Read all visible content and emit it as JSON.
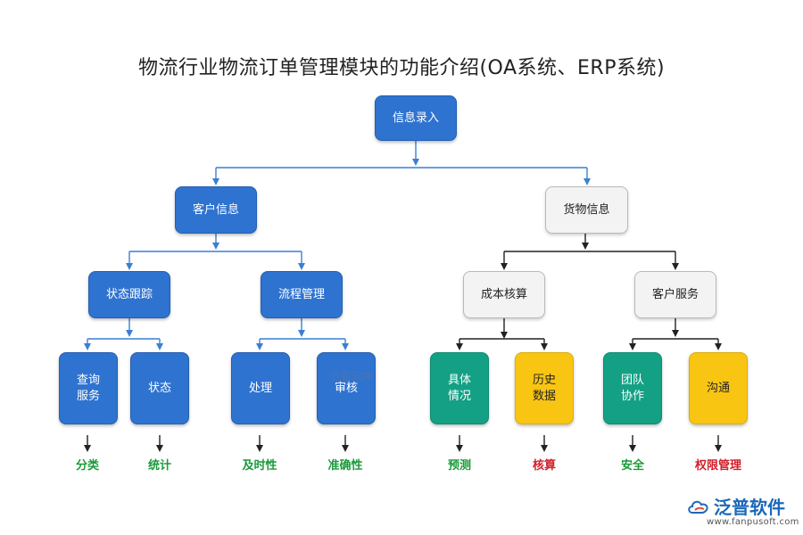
{
  "title": "物流行业物流订单管理模块的功能介绍(OA系统、ERP系统)",
  "colors": {
    "blue": "#2f73d0",
    "gray": "#f3f3f3",
    "green": "#13a085",
    "yellow": "#f9c513",
    "label_green": "#1a9a3a",
    "label_red": "#d0202a",
    "arrow_blue": "#3b7fd4",
    "arrow_dark": "#222222"
  },
  "nodes": {
    "root": "信息录入",
    "customer_info": "客户信息",
    "goods_info": "货物信息",
    "status_tracking": "状态跟踪",
    "process_mgmt": "流程管理",
    "cost_accounting": "成本核算",
    "customer_service": "客户服务",
    "query_service": "查询\n服务",
    "status": "状态",
    "handle": "处理",
    "review": "审核",
    "details": "具体\n情况",
    "history_data": "历史\n数据",
    "team_collab": "团队\n协作",
    "communication": "沟通"
  },
  "labels": {
    "classify": "分类",
    "statistics": "统计",
    "timeliness": "及时性",
    "accuracy": "准确性",
    "forecast": "预测",
    "audit": "核算",
    "security": "安全",
    "permission": "权限管理"
  },
  "watermark": "泛普软件",
  "logo": {
    "name": "泛普软件",
    "url": "www.fanpusoft.com",
    "icon": "cloud-logo-icon"
  }
}
